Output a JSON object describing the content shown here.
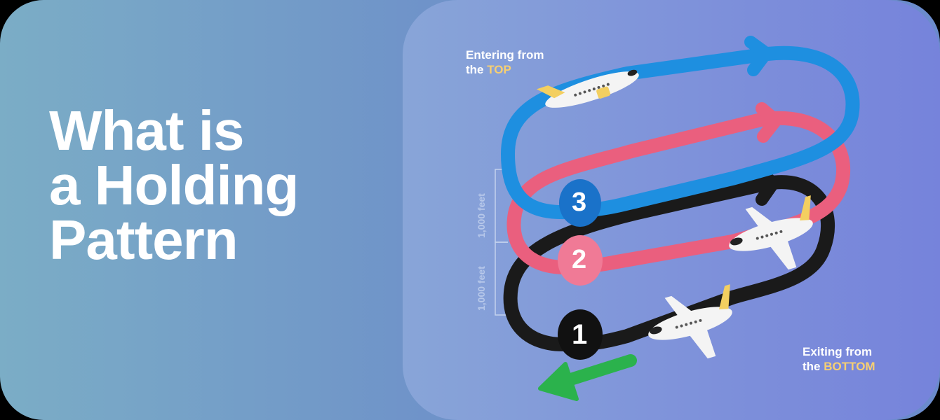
{
  "title": {
    "lines": [
      "What is",
      "a Holding",
      "Pattern"
    ]
  },
  "diagram": {
    "enter_label": {
      "line1": "Entering from",
      "line2_prefix": "the ",
      "line2_highlight": "TOP"
    },
    "exit_label": {
      "line1": "Exiting from",
      "line2_prefix": "the ",
      "line2_highlight": "BOTTOM"
    },
    "altitude_labels": [
      "1,000 feet",
      "1,000 feet"
    ],
    "levels": [
      {
        "number": "1",
        "color": "#1a1a1a"
      },
      {
        "number": "2",
        "color": "#ea5f7e"
      },
      {
        "number": "3",
        "color": "#1e8fe0"
      }
    ],
    "exit_arrow_color": "#2bb24c",
    "highlight_color": "#f6cf72",
    "icons": [
      "airplane-icon",
      "airplane-icon",
      "airplane-icon",
      "exit-arrow-icon"
    ]
  },
  "colors": {
    "left_bg_start": "#7badc6",
    "left_bg_end": "#6b8bcc",
    "panel_bg_start": "#88a5d8",
    "panel_bg_end": "#7683db",
    "text": "#ffffff"
  }
}
